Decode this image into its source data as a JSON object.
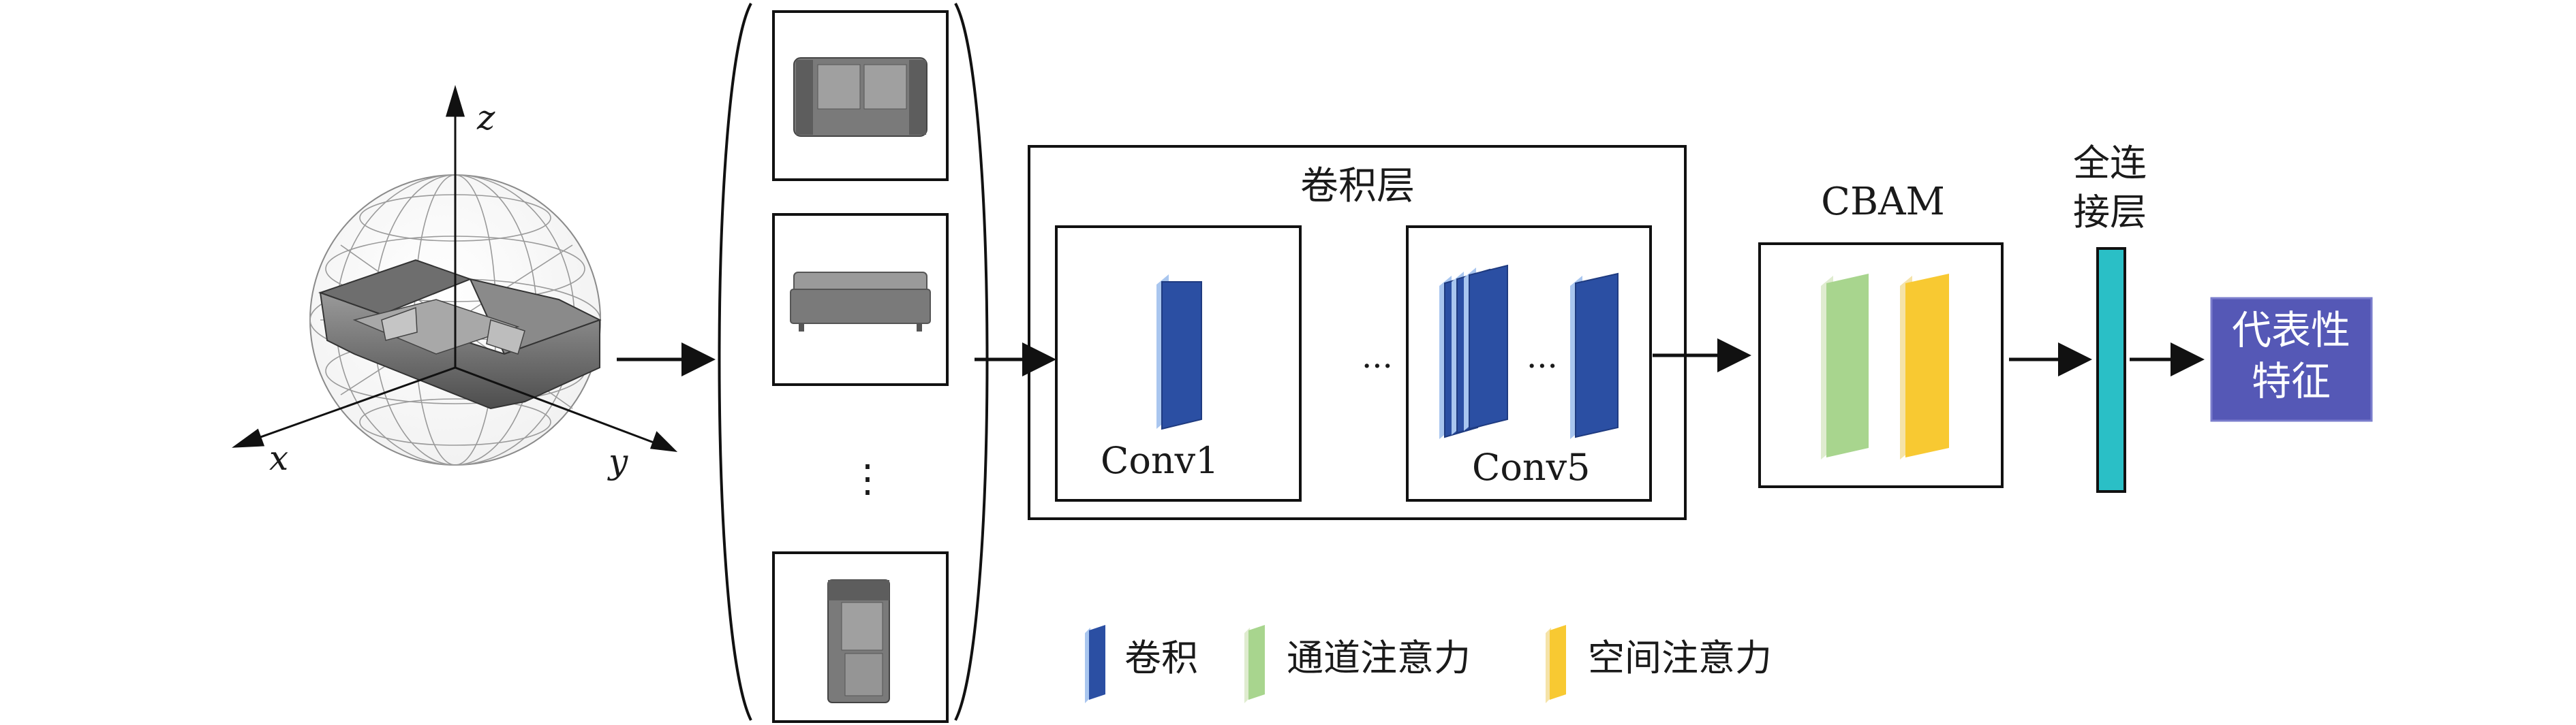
{
  "axes": {
    "x": "x",
    "y": "y",
    "z": "z"
  },
  "conv_block": {
    "title": "卷积层",
    "first_label": "Conv1",
    "last_label": "Conv5",
    "ellipsis": "..."
  },
  "views": {
    "ellipsis": "⋮"
  },
  "cbam": {
    "title": "CBAM"
  },
  "fc": {
    "line1": "全连",
    "line2": "接层"
  },
  "output": {
    "line1": "代表性",
    "line2": "特征"
  },
  "legend": {
    "conv": "卷积",
    "channel_attention": "通道注意力",
    "spatial_attention": "空间注意力"
  },
  "colors": {
    "conv": "#2b4fa3",
    "conv_edge": "#a9c6ef",
    "channel_attention": "#a8d58e",
    "spatial_attention": "#f8c932",
    "fully_connected": "#2abfc6",
    "output_box": "#5558b6"
  }
}
